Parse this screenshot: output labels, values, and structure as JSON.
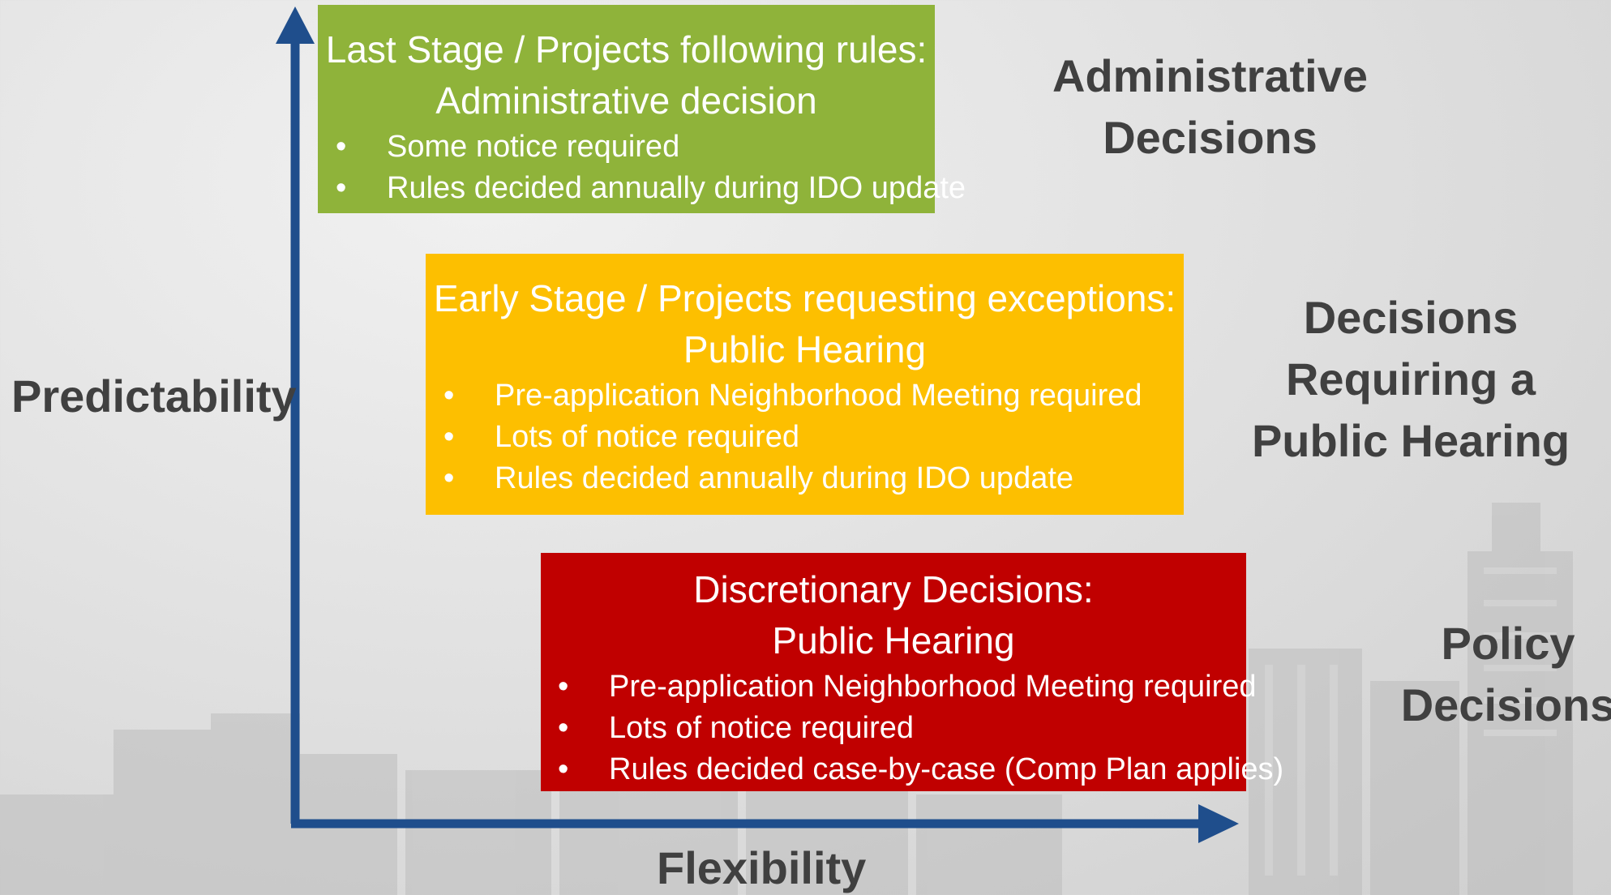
{
  "y_axis_label": "Predictability",
  "x_axis_label": "Flexibility",
  "boxes": [
    {
      "title_line1": "Last Stage / Projects following rules:",
      "title_line2": "Administrative decision",
      "bullets": [
        "Some notice required",
        "Rules decided annually during IDO update"
      ],
      "color": "#8fb33a"
    },
    {
      "title_line1": "Early Stage / Projects requesting exceptions:",
      "title_line2": "Public Hearing",
      "bullets": [
        "Pre-application Neighborhood Meeting required",
        "Lots of notice required",
        "Rules decided annually during IDO update"
      ],
      "color": "#fdbf00"
    },
    {
      "title_line1": "Discretionary Decisions:",
      "title_line2": "Public Hearing",
      "bullets": [
        "Pre-application Neighborhood Meeting required",
        "Lots of notice required",
        "Rules decided case-by-case (Comp Plan applies)"
      ],
      "color": "#c00000"
    }
  ],
  "side_labels": [
    [
      "Administrative",
      "Decisions"
    ],
    [
      "Decisions",
      "Requiring a",
      "Public Hearing"
    ],
    [
      "Policy",
      "Decisions"
    ]
  ],
  "bullet_glyph": "•",
  "axis_color": "#1f4e8c",
  "text_color": "#404040"
}
